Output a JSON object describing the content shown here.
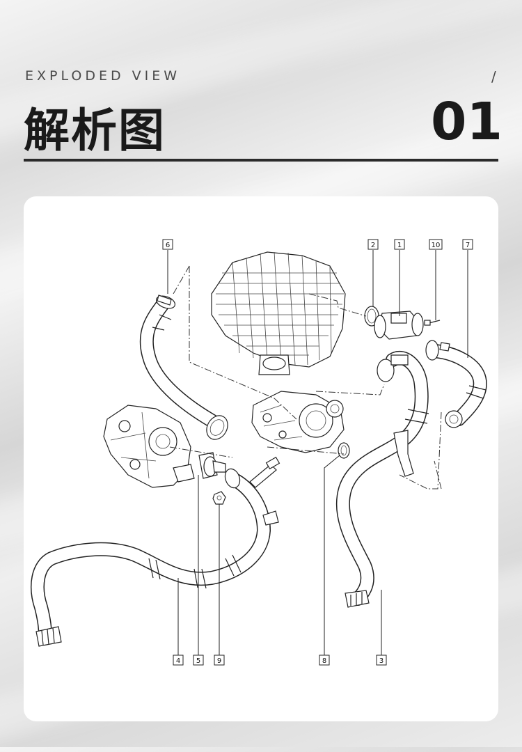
{
  "header": {
    "subtitle": "EXPLODED VIEW",
    "title": "解析图",
    "slash": "/",
    "number": "01"
  },
  "diagram": {
    "callouts": [
      "6",
      "2",
      "1",
      "10",
      "7",
      "4",
      "5",
      "9",
      "8",
      "3"
    ]
  }
}
